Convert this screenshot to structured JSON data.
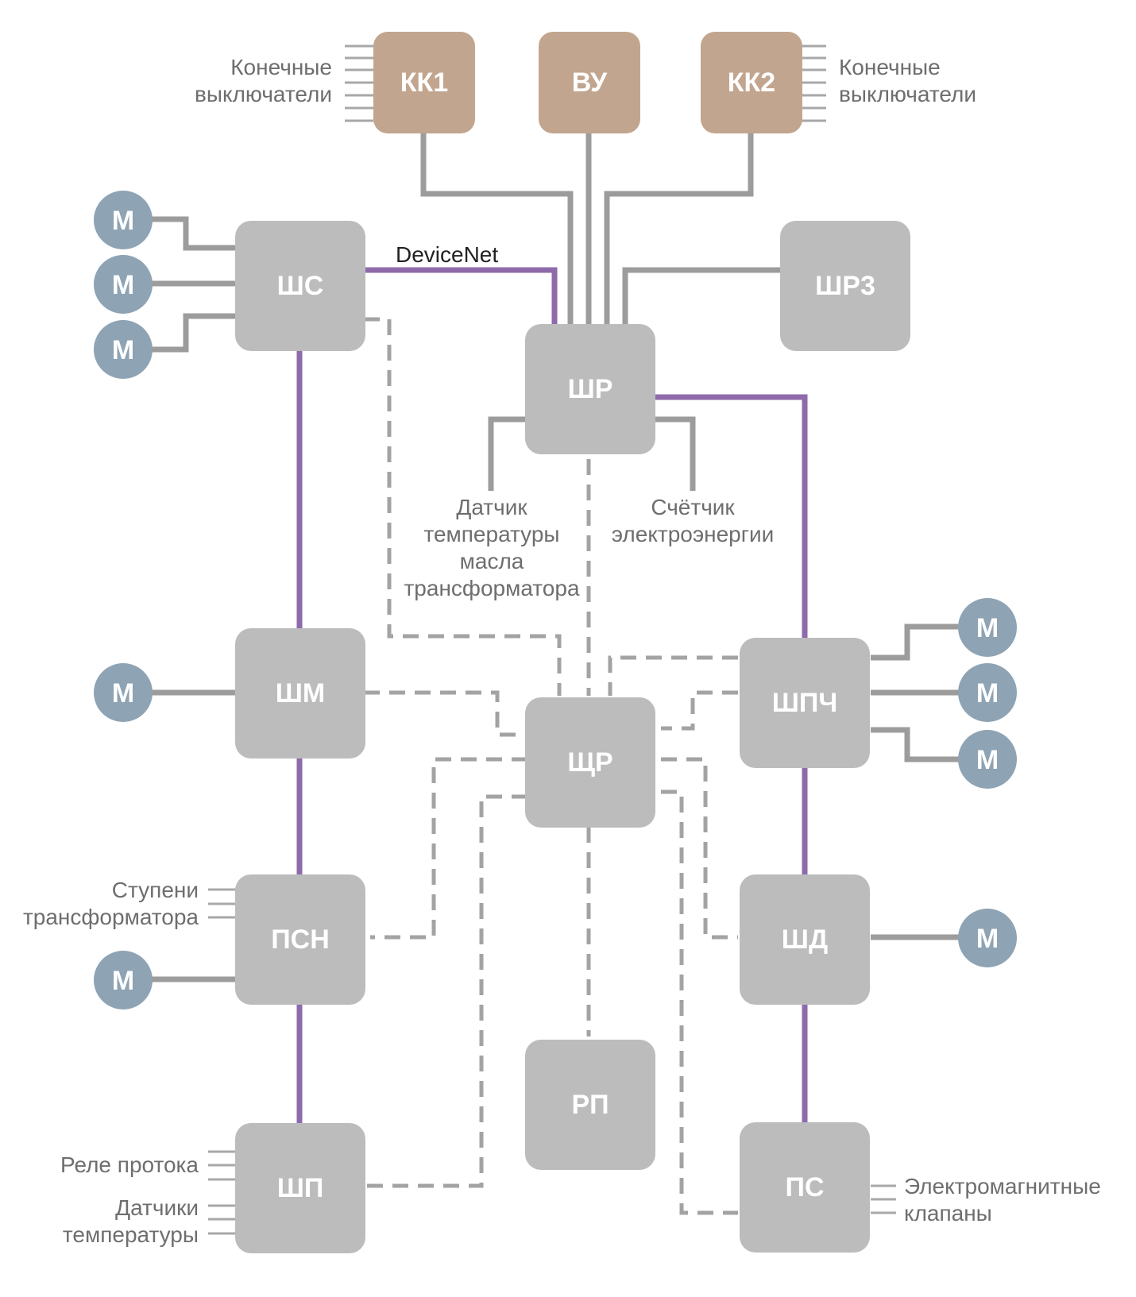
{
  "network_label": "DeviceNet",
  "boxes": {
    "kk1": "КК1",
    "vu": "ВУ",
    "kk2": "КК2",
    "shs": "ШС",
    "shr_top": "ШР",
    "shr3": "ШР3",
    "shm": "ШМ",
    "shchr": "ЩР",
    "shpch": "ШПЧ",
    "psn": "ПСН",
    "shd": "ШД",
    "rp": "РП",
    "shp": "ШП",
    "ps": "ПС"
  },
  "motor_label": "М",
  "notes": {
    "limit_left": [
      "Конечные",
      "выключатели"
    ],
    "limit_right": [
      "Конечные",
      "выключатели"
    ],
    "temp_sensor": [
      "Датчик",
      "температуры",
      "масла",
      "трансформатора"
    ],
    "energy_meter": [
      "Счётчик",
      "электроэнергии"
    ],
    "transformer_steps": [
      "Ступени",
      "трансформатора"
    ],
    "flow_relay": "Реле протока",
    "temp_sensors": [
      "Датчики",
      "температуры"
    ],
    "valves": [
      "Электромагнитные",
      "клапаны"
    ]
  },
  "colors": {
    "device_box": "#bcbcbd",
    "terminal_box": "#c2a58e",
    "motor": "#8ea3b4",
    "devicenet_line": "#8e6aaa",
    "wired_line": "#9c9c9c",
    "dashed_line": "#a3a3a3"
  }
}
